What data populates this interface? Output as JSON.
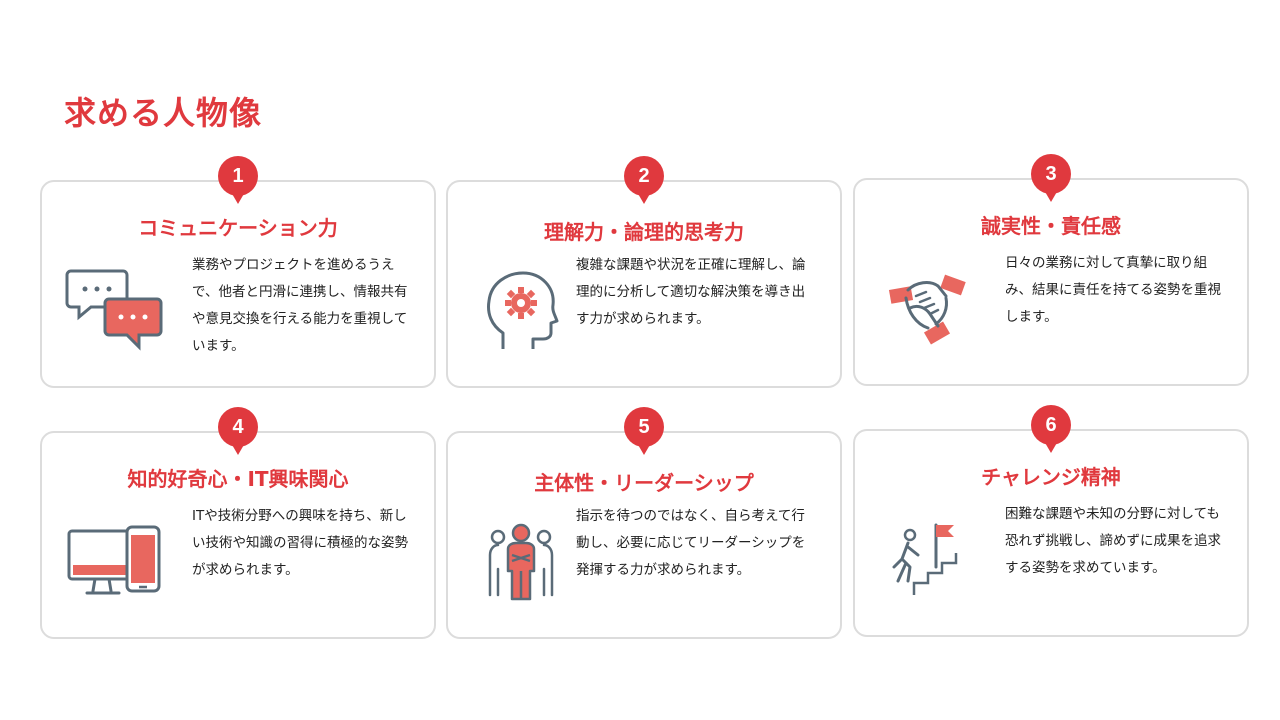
{
  "page": {
    "title": "求める人物像"
  },
  "colors": {
    "accent": "#e0393e",
    "icon_line": "#5a6b78",
    "border": "#dcdcdc"
  },
  "cards": [
    {
      "number": "1",
      "title": "コミュニケーション力",
      "icon": "chat-bubbles-icon",
      "description": "業務やプロジェクトを進めるうえで、他者と円滑に連携し、情報共有や意見交換を行える能力を重視しています。"
    },
    {
      "number": "2",
      "title": "理解力・論理的思考力",
      "icon": "head-gear-icon",
      "description": "複雑な課題や状況を正確に理解し、論理的に分析して適切な解決策を導き出す力が求められます。"
    },
    {
      "number": "3",
      "title": "誠実性・責任感",
      "icon": "joined-hands-icon",
      "description": "日々の業務に対して真摯に取り組み、結果に責任を持てる姿勢を重視します。"
    },
    {
      "number": "4",
      "title": "知的好奇心・IT興味関心",
      "icon": "monitor-phone-icon",
      "description": "ITや技術分野への興味を持ち、新しい技術や知識の習得に積極的な姿勢が求められます。"
    },
    {
      "number": "5",
      "title": "主体性・リーダーシップ",
      "icon": "leader-group-icon",
      "description": "指示を待つのではなく、自ら考えて行動し、必要に応じてリーダーシップを発揮する力が求められます。"
    },
    {
      "number": "6",
      "title": "チャレンジ精神",
      "icon": "climbing-flag-icon",
      "description": "困難な課題や未知の分野に対しても恐れず挑戦し、諦めずに成果を追求する姿勢を求めています。"
    }
  ]
}
